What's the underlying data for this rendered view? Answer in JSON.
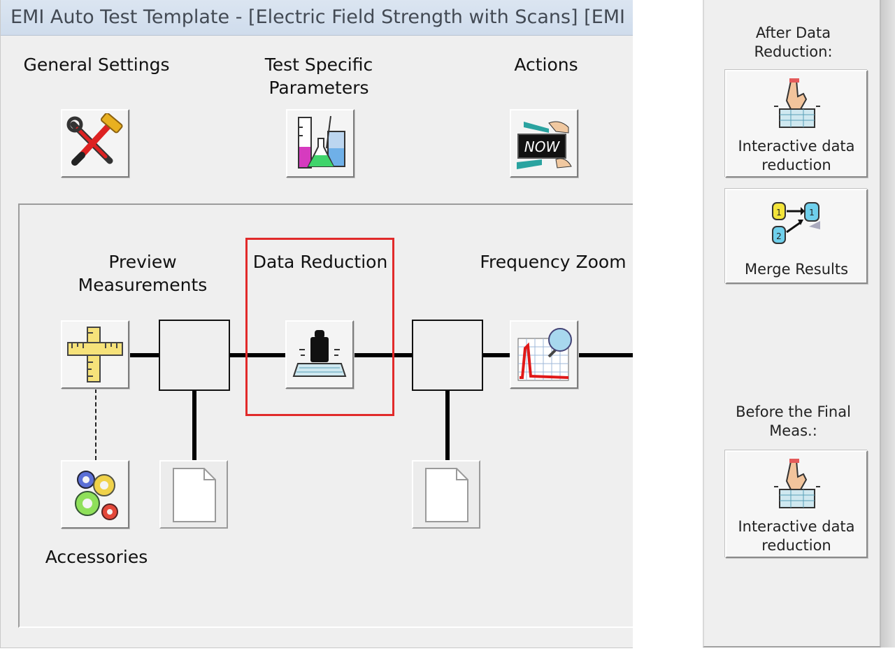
{
  "window": {
    "title": "EMI Auto Test Template - [Electric Field Strength with Scans] [EMI r"
  },
  "toolbar": {
    "general_settings": "General Settings",
    "test_specific": "Test Specific\nParameters",
    "actions": "Actions"
  },
  "flow": {
    "preview": "Preview\nMeasurements",
    "data_reduction": "Data Reduction",
    "frequency_zoom": "Frequency Zoom",
    "accessories": "Accessories",
    "highlight_color": "#e12a2a"
  },
  "side_panel": {
    "after_heading": "After Data\nReduction:",
    "interactive_1": "Interactive data\nreduction",
    "merge": "Merge Results",
    "before_heading": "Before the Final\nMeas.:",
    "interactive_2": "Interactive data\nreduction"
  },
  "icons": [
    "tools-icon",
    "lab-glassware-icon",
    "now-sign-icon",
    "ruler-icon",
    "weight-scale-icon",
    "zoom-graph-icon",
    "gears-icon",
    "document-icon",
    "hand-pointer-icon",
    "merge-data-icon"
  ]
}
